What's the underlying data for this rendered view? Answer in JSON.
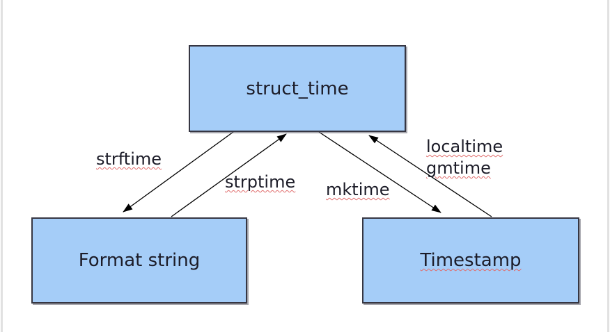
{
  "page": {
    "background_color": "#ffffff",
    "frame_border_color": "#e1e1e1"
  },
  "diagram": {
    "type": "directed-graph",
    "nodes": [
      {
        "id": "struct_time",
        "label": "struct_time"
      },
      {
        "id": "format_string",
        "label": "Format string"
      },
      {
        "id": "timestamp",
        "label": "Timestamp"
      }
    ],
    "edges": [
      {
        "id": "strftime",
        "label": "strftime",
        "from": "struct_time",
        "to": "format_string"
      },
      {
        "id": "strptime",
        "label": "strptime",
        "from": "format_string",
        "to": "struct_time"
      },
      {
        "id": "mktime",
        "label": "mktime",
        "from": "struct_time",
        "to": "timestamp"
      },
      {
        "id": "localtime_gmtime",
        "label": "localtime\ngmtime",
        "from": "timestamp",
        "to": "struct_time"
      }
    ],
    "colors": {
      "page_bg": "#ffffff",
      "frame": "#e1e1e1",
      "node_fill": "#a5cdf8",
      "node_border": "#363642",
      "node_text": "#1c1c28",
      "arrow": "#000000",
      "spellcheck": "#e06c6c"
    }
  }
}
